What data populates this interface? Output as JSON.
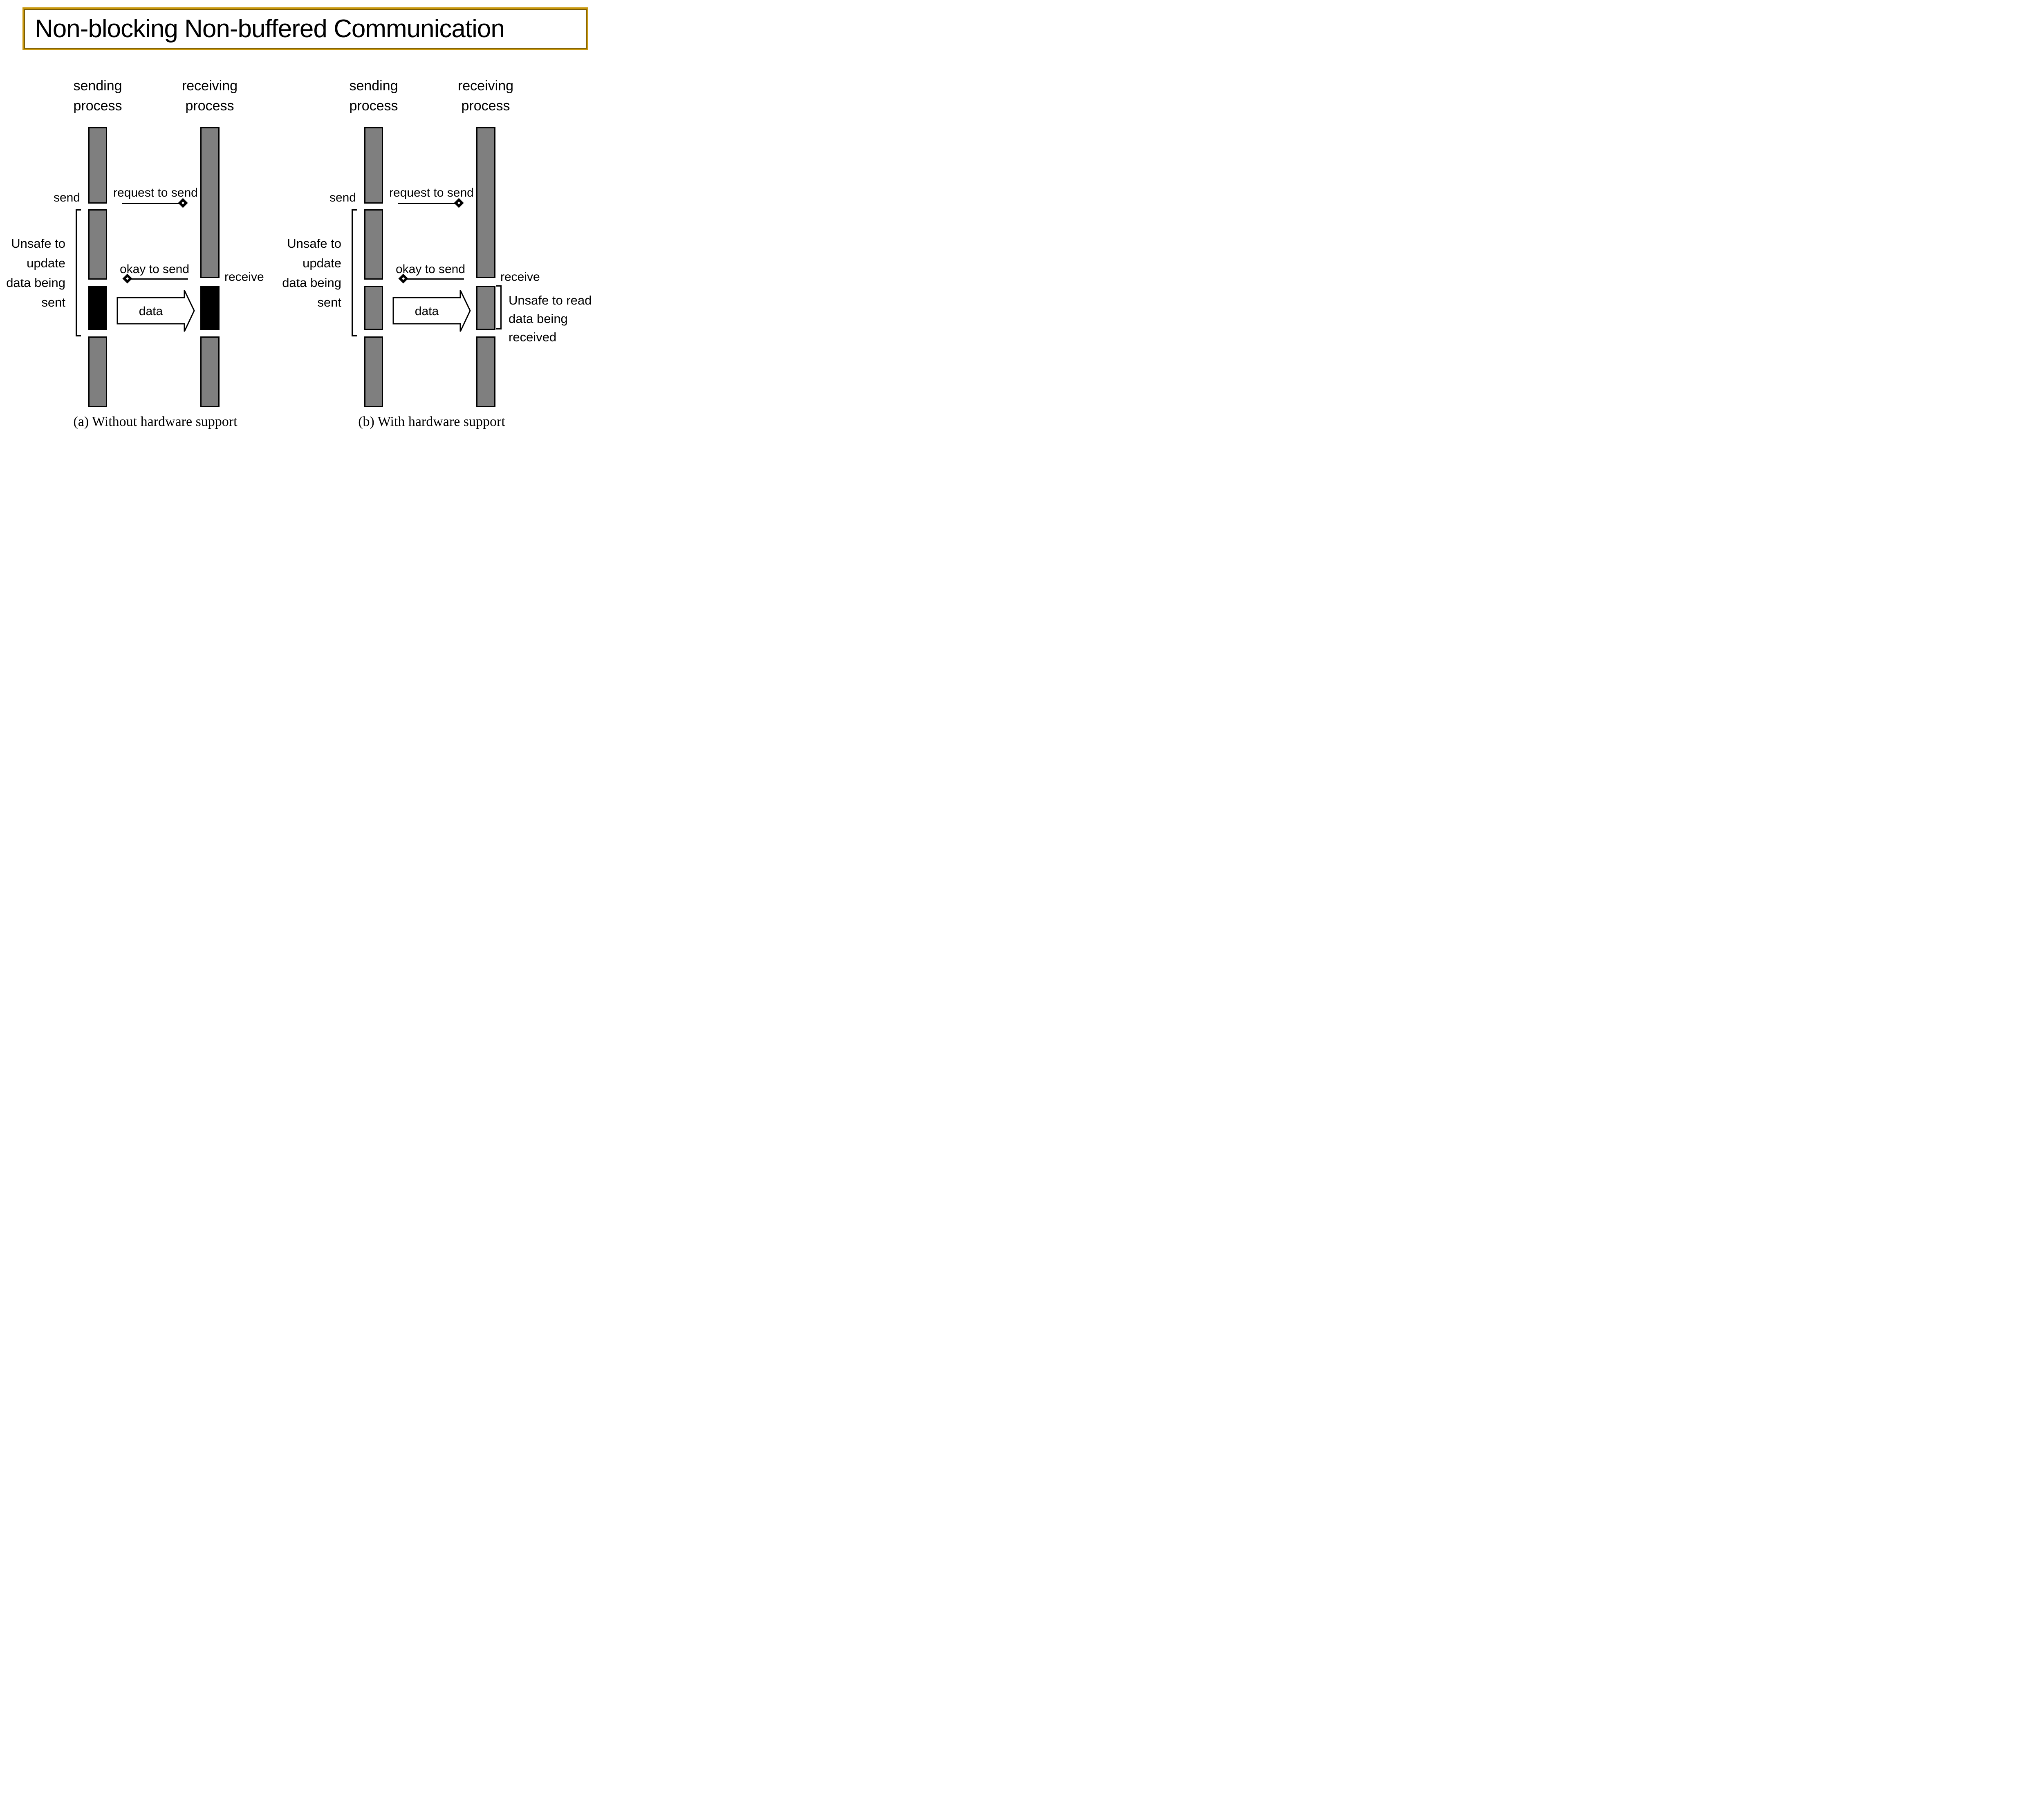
{
  "title": "Non-blocking Non-buffered Communication",
  "colors": {
    "accent_border": "#C9980D",
    "bar_gray": "#7F7F7F",
    "bar_black": "#000000"
  },
  "diagram_a": {
    "sending_process_label": "sending\nprocess",
    "receiving_process_label": "receiving\nprocess",
    "send_label": "send",
    "receive_label": "receive",
    "request_arrow_label": "request to send",
    "okay_arrow_label": "okay to send",
    "data_arrow_label": "data",
    "unsafe_update_label": "Unsafe to\nupdate\ndata being\nsent",
    "caption": "(a) Without hardware support"
  },
  "diagram_b": {
    "sending_process_label": "sending\nprocess",
    "receiving_process_label": "receiving\nprocess",
    "send_label": "send",
    "receive_label": "receive",
    "request_arrow_label": "request to send",
    "okay_arrow_label": "okay to send",
    "data_arrow_label": "data",
    "unsafe_update_label": "Unsafe to\nupdate\ndata being\nsent",
    "unsafe_read_label": "Unsafe to read\ndata being received",
    "caption": "(b) With hardware support"
  }
}
